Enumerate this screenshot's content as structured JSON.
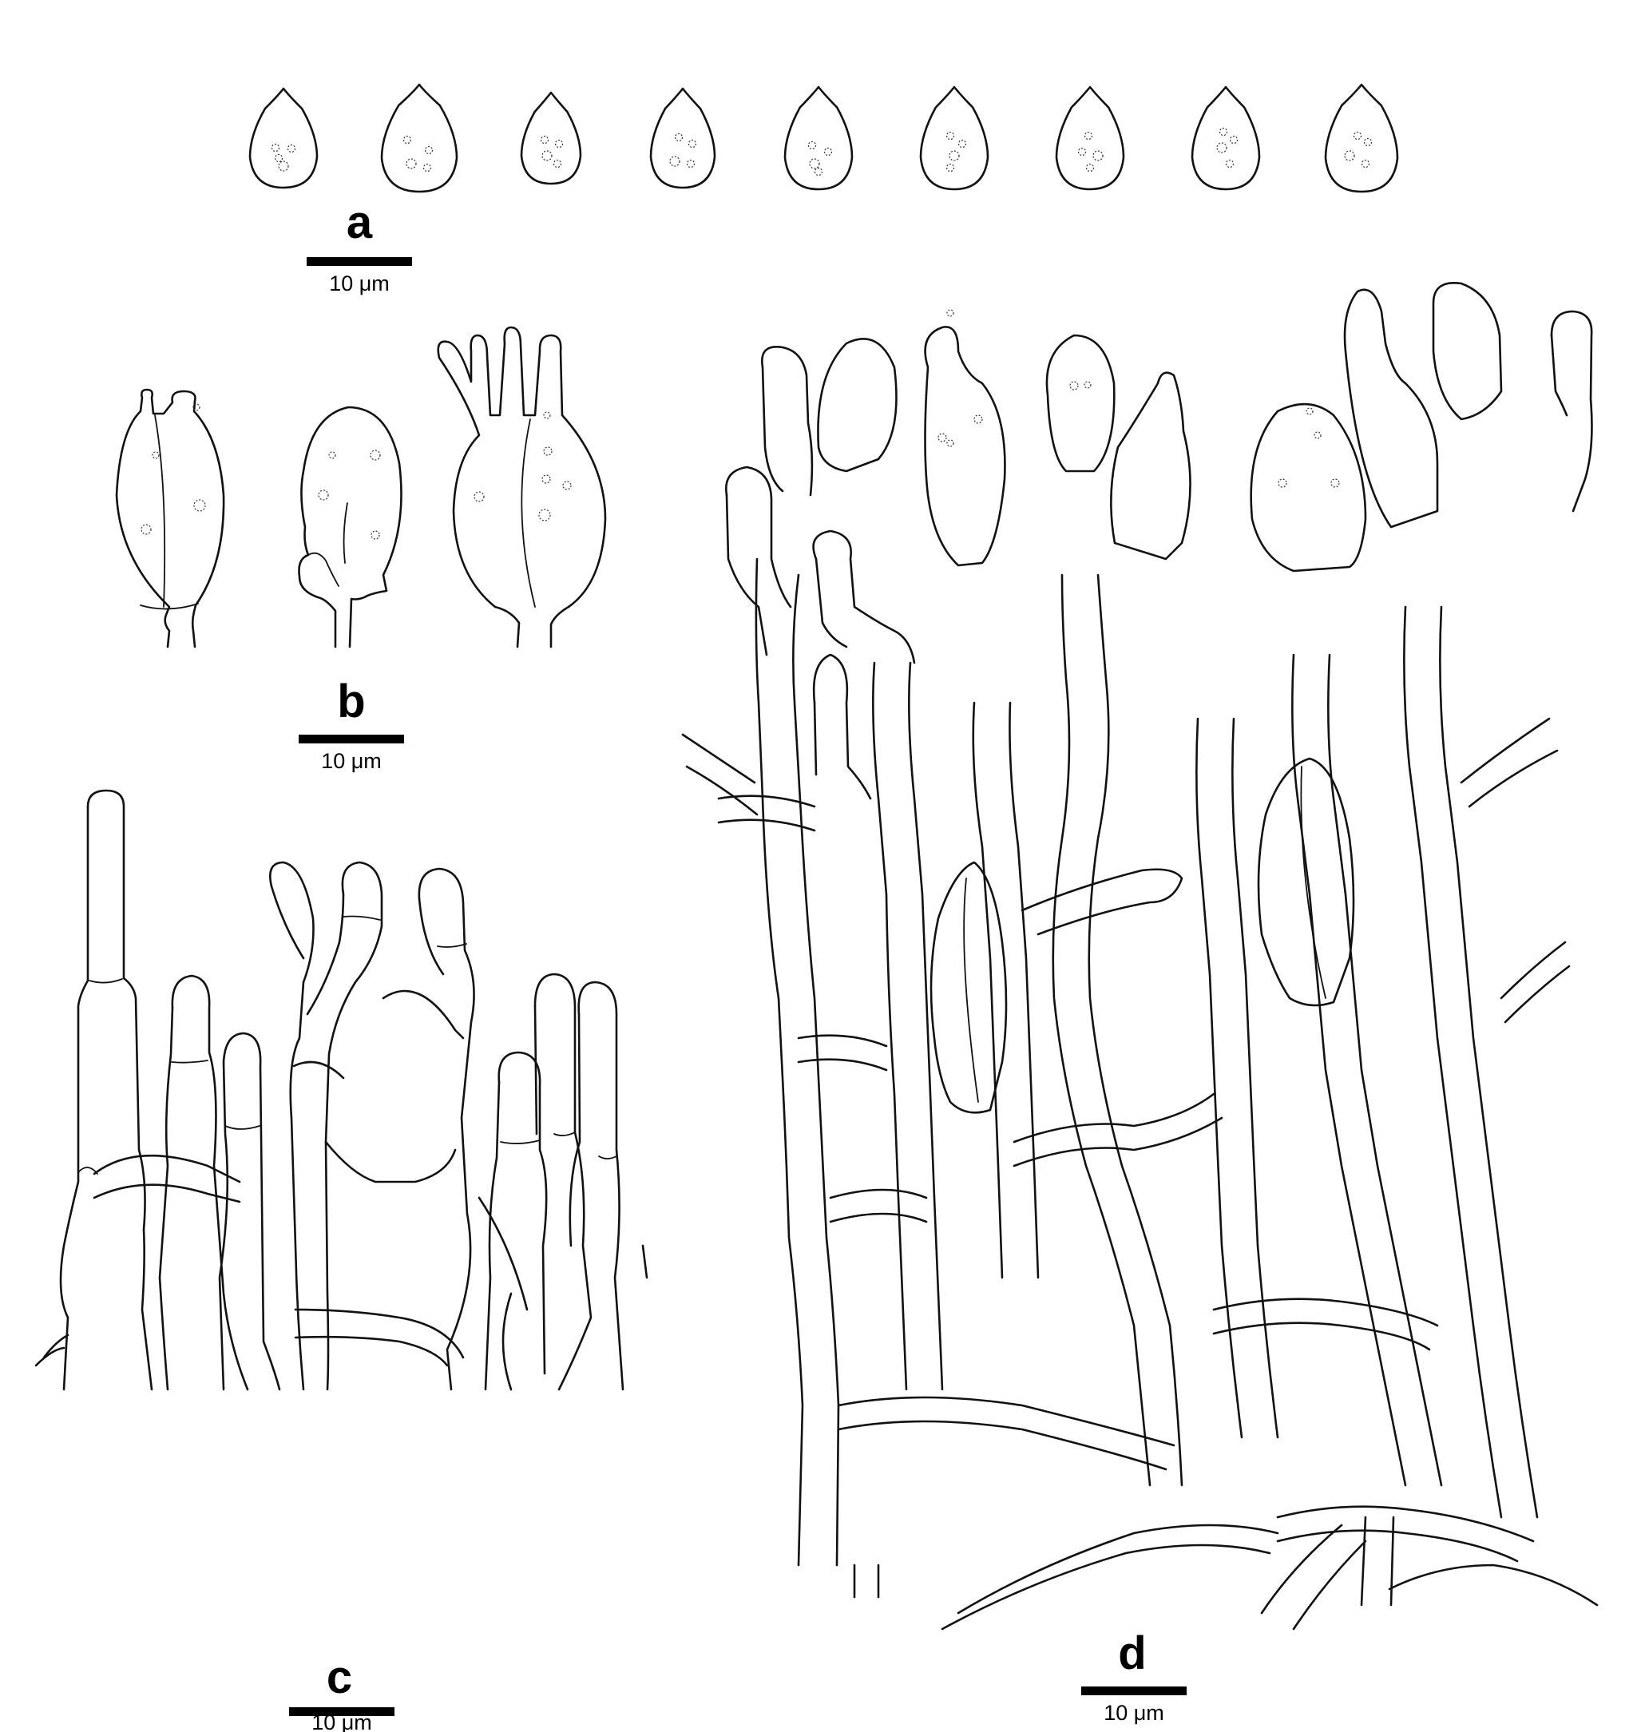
{
  "panels": {
    "a": {
      "letter": "a",
      "scale_text": "10 μm",
      "spore_count": 9
    },
    "b": {
      "letter": "b",
      "scale_text": "10 μm"
    },
    "c": {
      "letter": "c",
      "scale_text": "10 μm"
    },
    "d": {
      "letter": "d",
      "scale_text": "10 μm"
    }
  },
  "colors": {
    "ink": "#111111",
    "background": "#ffffff"
  }
}
